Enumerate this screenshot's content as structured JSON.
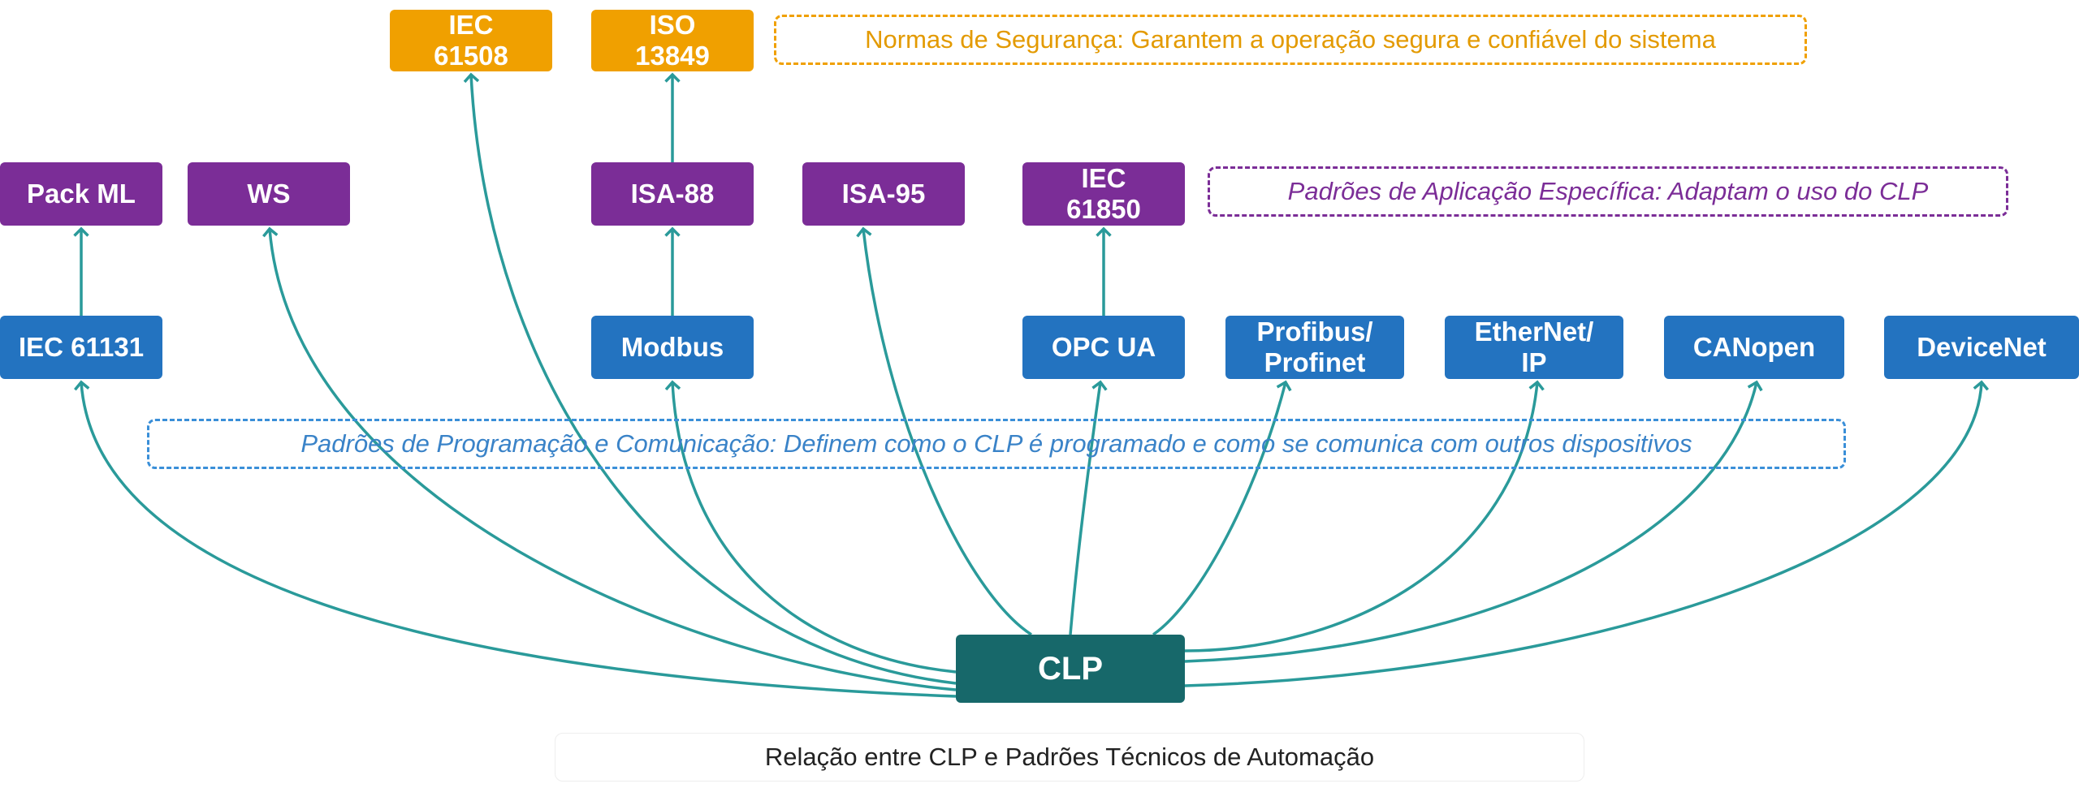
{
  "diagram": {
    "nodes": {
      "iec61508": "IEC\n61508",
      "iso13849": "ISO\n13849",
      "packml": "Pack ML",
      "ws": "WS",
      "isa88": "ISA-88",
      "isa95": "ISA-95",
      "iec61850": "IEC\n61850",
      "iec61131": "IEC 61131",
      "modbus": "Modbus",
      "opcua": "OPC UA",
      "profibus": "Profibus/\nProfinet",
      "ethernetip": "EtherNet/\nIP",
      "canopen": "CANopen",
      "devicenet": "DeviceNet",
      "clp": "CLP"
    },
    "groups": {
      "safety": "Normas de Segurança: Garantem a operação segura e confiável do sistema",
      "application": "Padrões de Aplicação Específica: Adaptam o uso do CLP",
      "programming": "Padrões de Programação e Comunicação: Definem como o CLP é programado e como se comunica com outros dispositivos"
    },
    "caption": "Relação entre CLP e Padrões Técnicos de Automação",
    "colors": {
      "communication": "#2373c0",
      "application": "#7b2d97",
      "safety": "#f0a000",
      "clp": "#17686a",
      "edge": "#2a9a9a"
    }
  }
}
